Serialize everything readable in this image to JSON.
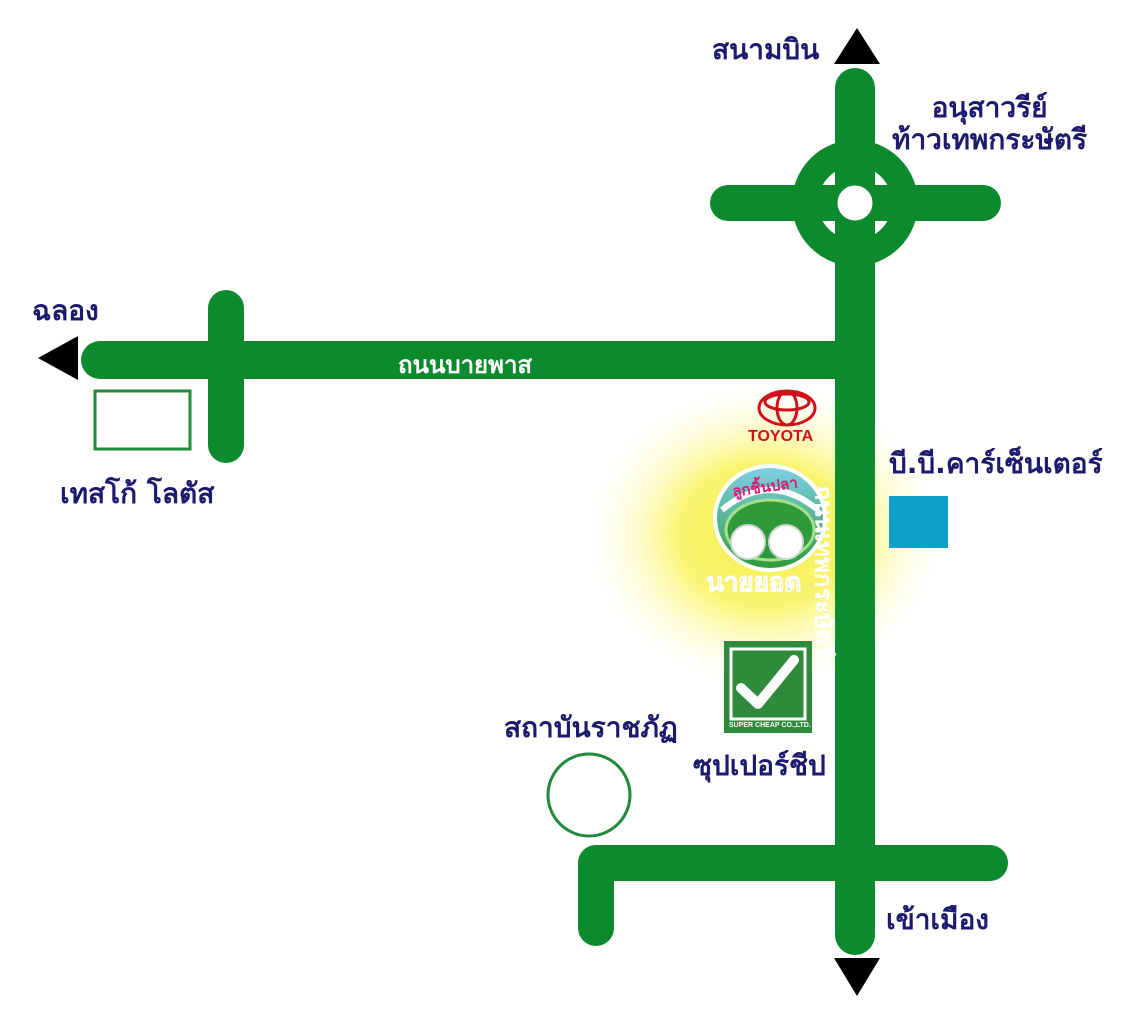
{
  "colors": {
    "road": "#0e8a2e",
    "label_text": "#1b1a6e",
    "glow": "#f7f04a",
    "bb_square": "#0aa0c8",
    "toyota_red": "#d0101a",
    "arrow": "#000000"
  },
  "labels": {
    "airport": "สนามบิน",
    "monument": "อนุสาวรีย์\nท้าวเทพกระษัตรี",
    "chalong": "ฉลอง",
    "tesco": "เทสโก้ โลตัส",
    "bb_car_center": "บี.บี.คาร์เซ็นเตอร์",
    "rajabhat": "สถาบันราชภัฏ",
    "super_cheap": "ซุปเปอร์ชีป",
    "to_town": "เข้าเมือง"
  },
  "roads": {
    "bypass": "ถนนบายพาส",
    "thepkrasattri": "ถนนเทพกระษัตรี"
  },
  "logos": {
    "toyota": "TOYOTA",
    "shop_top": "ลูกชิ้นปลา",
    "shop_bottom": "นายยอด",
    "super_cheap_sub": "SUPER CHEAP CO.,LTD."
  },
  "icons": [
    "up-arrow-icon",
    "left-arrow-icon",
    "down-arrow-icon",
    "roundabout-icon",
    "checkmark-icon",
    "pearl-shell-icon",
    "toyota-emblem-icon"
  ]
}
